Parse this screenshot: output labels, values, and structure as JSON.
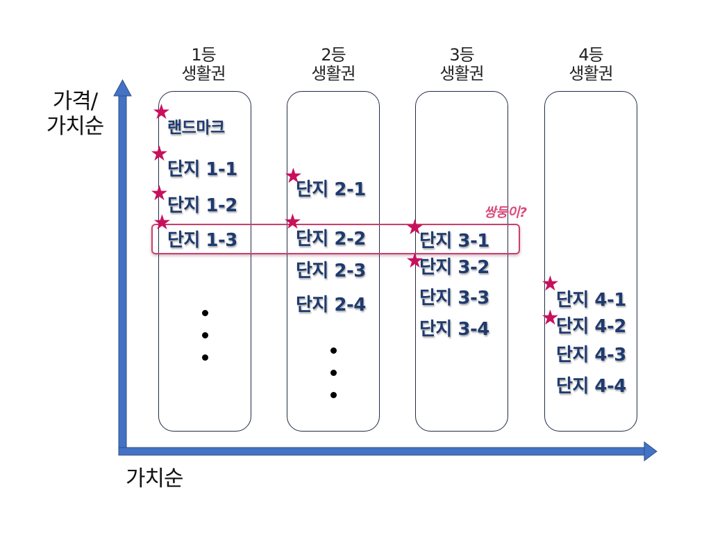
{
  "axes": {
    "y_label_line1": "가격/",
    "y_label_line2": "가치순",
    "x_label": "가치순",
    "color": "#4472c4"
  },
  "columns": [
    {
      "rank": "1등",
      "zone": "생활권",
      "items": [
        "랜드마크",
        "단지 1-1",
        "단지 1-2",
        "단지 1-3"
      ],
      "starred": [
        true,
        true,
        true,
        true
      ]
    },
    {
      "rank": "2등",
      "zone": "생활권",
      "items": [
        "단지 2-1",
        "단지 2-2",
        "단지 2-3",
        "단지 2-4"
      ],
      "starred": [
        true,
        true,
        false,
        false
      ]
    },
    {
      "rank": "3등",
      "zone": "생활권",
      "items": [
        "단지 3-1",
        "단지 3-2",
        "단지 3-3",
        "단지 3-4"
      ],
      "starred": [
        true,
        true,
        false,
        false
      ]
    },
    {
      "rank": "4등",
      "zone": "생활권",
      "items": [
        "단지 4-1",
        "단지 4-2",
        "단지 4-3",
        "단지 4-4"
      ],
      "starred": [
        true,
        true,
        false,
        false
      ]
    }
  ],
  "highlight": {
    "annotation": "쌍둥이?",
    "color": "#c7406d"
  },
  "star_icon": "★",
  "star_color": "#c8115c",
  "item_color": "#1f3a6e"
}
